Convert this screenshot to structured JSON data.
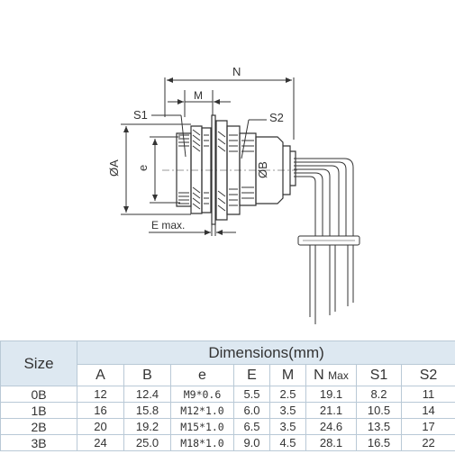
{
  "drawing": {
    "labels": {
      "n": "N",
      "m": "M",
      "s1": "S1",
      "s2": "S2",
      "phi_a": "ØA",
      "e": "e",
      "phi_b": "ØB",
      "e_max": "E max."
    }
  },
  "table": {
    "size_header": "Size",
    "group_header": "Dimensions(mm)",
    "columns": [
      "A",
      "B",
      "e",
      "E",
      "M",
      "N",
      "S1",
      "S2"
    ],
    "n_suffix": "Max",
    "rows": [
      [
        "0B",
        "12",
        "12.4",
        "M9*0.6",
        "5.5",
        "2.5",
        "19.1",
        "8.2",
        "11"
      ],
      [
        "1B",
        "16",
        "15.8",
        "M12*1.0",
        "6.0",
        "3.5",
        "21.1",
        "10.5",
        "14"
      ],
      [
        "2B",
        "20",
        "19.2",
        "M15*1.0",
        "6.5",
        "3.5",
        "24.6",
        "13.5",
        "17"
      ],
      [
        "3B",
        "24",
        "25.0",
        "M18*1.0",
        "9.0",
        "4.5",
        "28.1",
        "16.5",
        "22"
      ]
    ]
  },
  "colors": {
    "header_bg": "#dde8f1",
    "grid": "#b9c9d6",
    "line": "#333333"
  }
}
